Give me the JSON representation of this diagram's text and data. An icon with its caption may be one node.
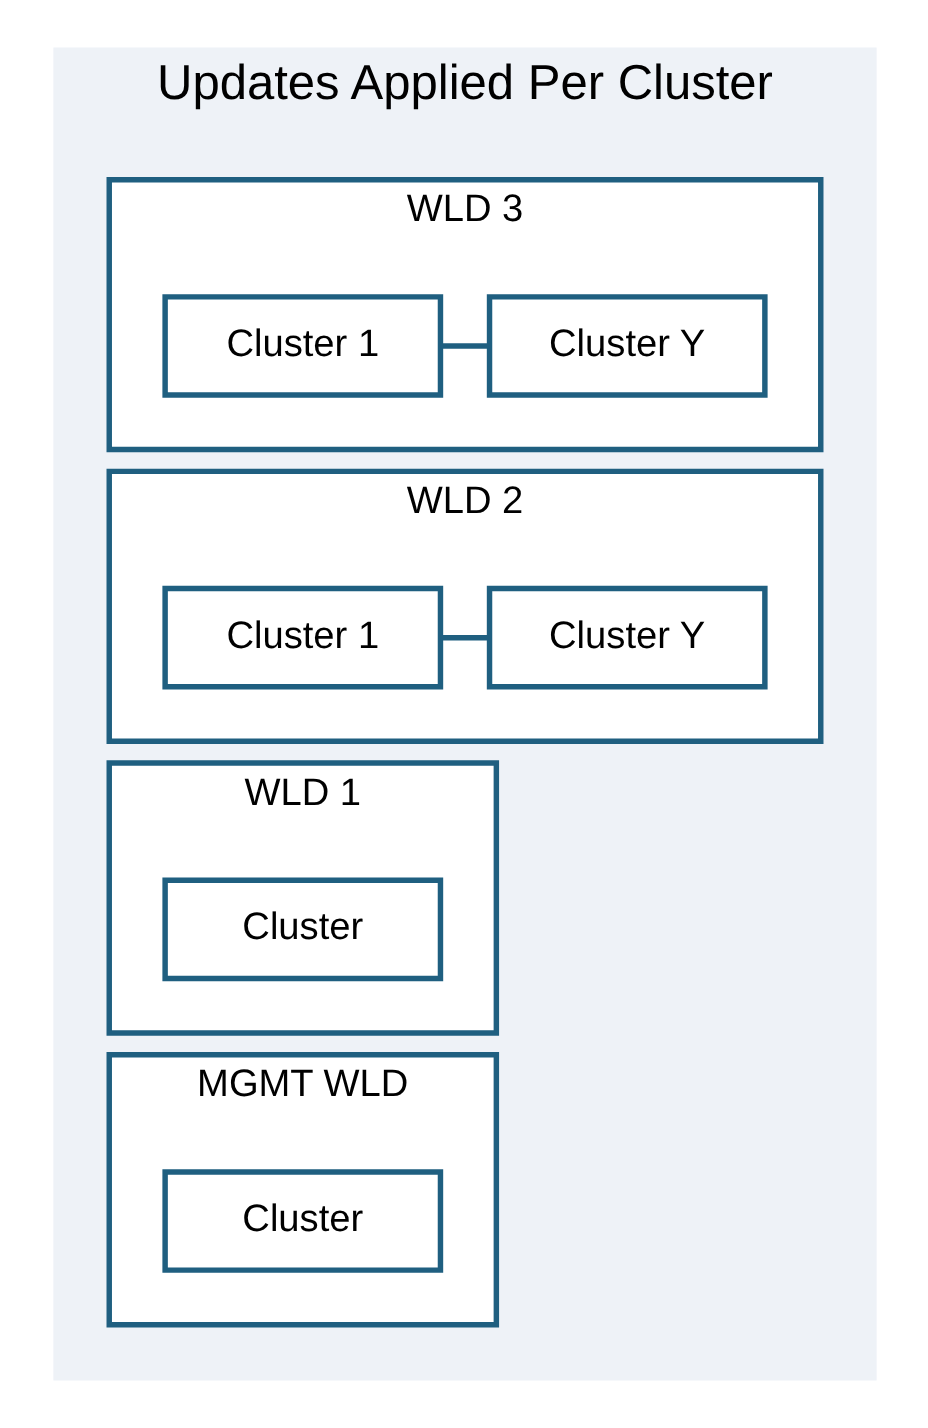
{
  "diagram": {
    "nodes": [
      {
        "text": [
          "Updates Applied Per Cluster"
        ]
      },
      {
        "text": [
          "WLD 3"
        ],
        "in": 0
      },
      {
        "text": [
          "Cluster 1"
        ],
        "in": 1
      },
      {
        "text": [
          "Cluster Y"
        ],
        "in": 1
      },
      {
        "text": [
          "WLD 2"
        ],
        "in": 0
      },
      {
        "text": [
          "Cluster 1"
        ],
        "in": 4
      },
      {
        "text": [
          "Cluster Y"
        ],
        "in": 4
      },
      {
        "text": [
          "WLD 1"
        ],
        "in": 0
      },
      {
        "text": [
          "Cluster"
        ],
        "in": 7
      },
      {
        "text": [
          "MGMT WLD"
        ],
        "in": 0
      },
      {
        "text": [
          "Cluster"
        ],
        "in": 9
      }
    ],
    "edges": [
      {
        "from": 2,
        "to": 3,
        "arrow": "none"
      },
      {
        "from": 5,
        "to": 6,
        "arrow": "none"
      }
    ]
  }
}
